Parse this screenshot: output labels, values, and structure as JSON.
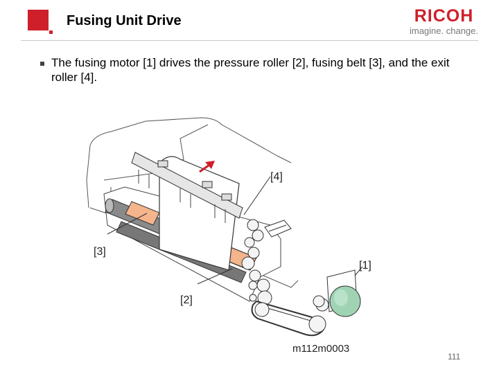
{
  "header": {
    "title": "Fusing Unit Drive",
    "brand": "RICOH",
    "tagline": "imagine. change."
  },
  "body": {
    "bullets": [
      "The fusing motor [1] drives the pressure roller [2], fusing belt [3], and the exit roller [4]."
    ]
  },
  "figure": {
    "labels": {
      "motor": "[1]",
      "pressure_roller": "[2]",
      "fusing_belt": "[3]",
      "exit_roller": "[4]"
    },
    "code": "m112m0003"
  },
  "footer": {
    "page_number": "111"
  },
  "colors": {
    "brand_red": "#cf1f2a",
    "motor_green": "#9fd3b4",
    "belt_orange": "#f4b48c"
  },
  "icons": {
    "logo": "red-square-logo",
    "bullet": "square-bullet-icon"
  }
}
